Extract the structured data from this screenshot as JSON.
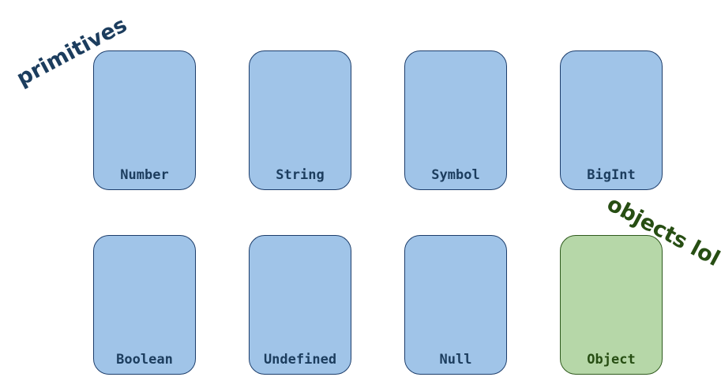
{
  "annotations": {
    "primitives": "primitives",
    "objects": "objects lol"
  },
  "types": {
    "row1": [
      "Number",
      "String",
      "Symbol",
      "BigInt"
    ],
    "row2": [
      "Boolean",
      "Undefined",
      "Null",
      "Object"
    ]
  },
  "colors": {
    "primitive_fill": "#a0c4e8",
    "primitive_border": "#1c3d6b",
    "object_fill": "#b6d7a8",
    "object_border": "#2f5a1d"
  }
}
